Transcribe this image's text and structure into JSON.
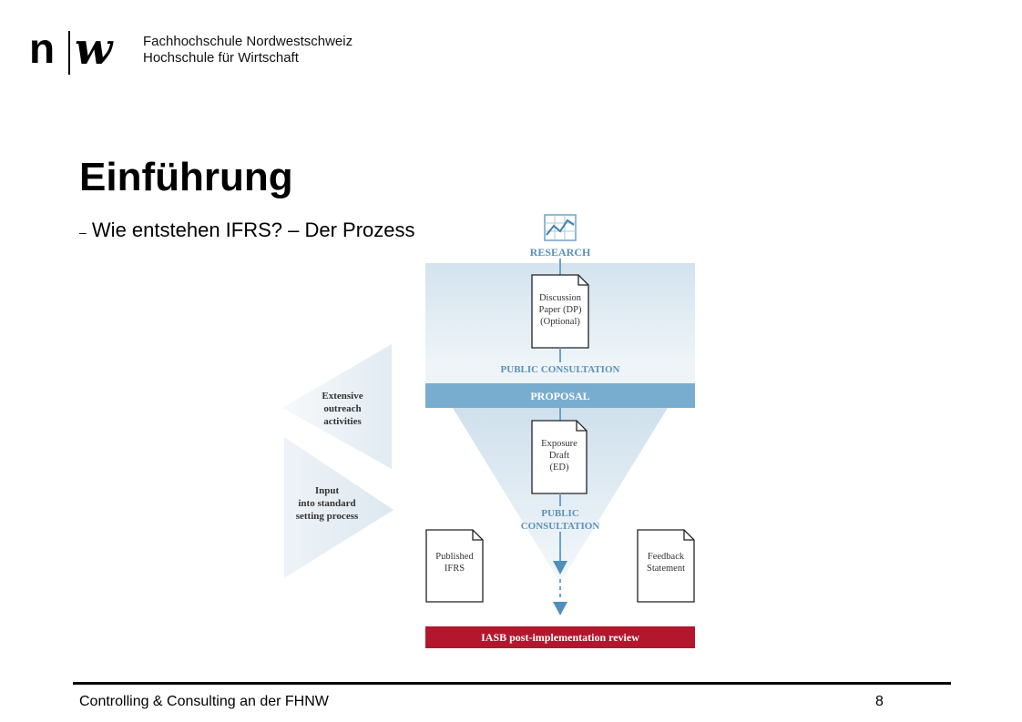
{
  "header": {
    "logo_n": "n",
    "logo_w": "w",
    "school_line1": "Fachhochschule Nordwestschweiz",
    "school_line2": "Hochschule für Wirtschaft"
  },
  "slide": {
    "title": "Einführung",
    "subtitle_dash": "–",
    "subtitle": "Wie entstehen IFRS? – Der Prozess"
  },
  "diagram": {
    "research_label": "RESEARCH",
    "dp_doc": [
      "Discussion",
      "Paper (DP)",
      "(Optional)"
    ],
    "public_consultation_1": "PUBLIC CONSULTATION",
    "proposal_label": "PROPOSAL",
    "ed_doc": [
      "Exposure",
      "Draft",
      "(ED)"
    ],
    "public_consultation_2": [
      "PUBLIC",
      "CONSULTATION"
    ],
    "published_doc": [
      "Published",
      "IFRS"
    ],
    "feedback_doc": [
      "Feedback",
      "Statement"
    ],
    "outreach_label": [
      "Extensive",
      "outreach",
      "activities"
    ],
    "input_label": [
      "Input",
      "into standard",
      "setting process"
    ],
    "review_label": "IASB post-implementation review",
    "colors": {
      "accent_blue": "#6aa3c8",
      "proposal_bar": "#79adcf",
      "review_bar": "#b2172e",
      "label_blue": "#5b90b8"
    }
  },
  "footer": {
    "text": "Controlling & Consulting an der FHNW",
    "page": "8"
  }
}
